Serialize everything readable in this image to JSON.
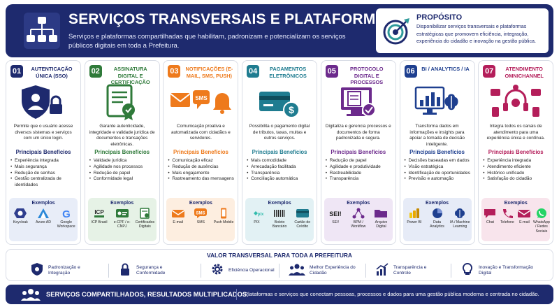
{
  "header": {
    "title": "SERVIÇOS TRANSVERSAIS E PLATAFORMAS",
    "subtitle": "Serviços e plataformas compartilhadas que habilitam, padronizam e potencializam os serviços públicos digitais em toda a Prefeitura.",
    "icon": "network-hierarchy-icon"
  },
  "purpose": {
    "title": "PROPÓSITO",
    "text": "Disponibilizar serviços transversais e plataformas estratégicas que promovem eficiência, integração, experiência do cidadão e inovação na gestão pública.",
    "icon": "target-icon"
  },
  "benefits_heading": "Principais Benefícios",
  "examples_heading": "Exemplos",
  "cards": [
    {
      "num": "01",
      "color": "#1e2a6e",
      "exbg": "#e8edf8",
      "title": "AUTENTICAÇÃO ÚNICA (SSO)",
      "icon": "shield-user-lock-icon",
      "desc": "Permite que o usuário acesse diversos sistemas e serviços com um único login.",
      "benefits": [
        "Experiência integrada",
        "Mais segurança",
        "Redução de senhas",
        "Gestão centralizada de identidades"
      ],
      "examples": [
        {
          "label": "Keycloak",
          "icon": "keycloak-icon"
        },
        {
          "label": "Azure AD",
          "icon": "azure-icon"
        },
        {
          "label": "Google Workspace",
          "icon": "google-icon"
        }
      ]
    },
    {
      "num": "02",
      "color": "#2f7a3a",
      "exbg": "#e6f2e6",
      "title": "ASSINATURA DIGITAL E CERTIFICAÇÃO",
      "icon": "signed-certificate-icon",
      "desc": "Garante autenticidade, integridade e validade jurídica de documentos e transações eletrônicas.",
      "benefits": [
        "Validade jurídica",
        "Agilidade nos processos",
        "Redução de papel",
        "Conformidade legal"
      ],
      "examples": [
        {
          "label": "ICP Brasil",
          "icon": "icp-brasil-icon"
        },
        {
          "label": "e-CPF / e-CNPJ",
          "icon": "id-card-icon"
        },
        {
          "label": "Certificados Digitais",
          "icon": "certificate-doc-icon"
        }
      ]
    },
    {
      "num": "03",
      "color": "#ee7a1c",
      "exbg": "#fdeee0",
      "title": "NOTIFICAÇÕES (E-MAIL, SMS, PUSH)",
      "icon": "email-sms-bell-icon",
      "desc": "Comunicação proativa e automatizada com cidadãos e servidores.",
      "benefits": [
        "Comunicação eficaz",
        "Redução de ausências",
        "Mais engajamento",
        "Rastreamento das mensagens"
      ],
      "examples": [
        {
          "label": "E-mail",
          "icon": "email-icon"
        },
        {
          "label": "SMS",
          "icon": "sms-icon"
        },
        {
          "label": "Push Mobile",
          "icon": "mobile-icon"
        }
      ]
    },
    {
      "num": "04",
      "color": "#1f7c90",
      "exbg": "#e2f1f4",
      "title": "PAGAMENTOS ELETRÔNICOS",
      "icon": "card-dollar-icon",
      "desc": "Possibilita o pagamento digital de tributos, taxas, multas e outros serviços.",
      "benefits": [
        "Mais comodidade",
        "Arrecadação facilitada",
        "Transparência",
        "Conciliação automática"
      ],
      "examples": [
        {
          "label": "PIX",
          "icon": "pix-icon"
        },
        {
          "label": "Boleto Bancário",
          "icon": "barcode-icon"
        },
        {
          "label": "Cartão de Crédito",
          "icon": "credit-card-icon"
        }
      ]
    },
    {
      "num": "05",
      "color": "#6c2a8c",
      "exbg": "#efe6f5",
      "title": "PROTOCOLO DIGITAL E PROCESSOS",
      "icon": "document-monitor-check-icon",
      "desc": "Digitaliza e gerencia processos e documentos de forma padronizada e segura.",
      "benefits": [
        "Redução de papel",
        "Agilidade e produtividade",
        "Rastreabilidade",
        "Transparência"
      ],
      "examples": [
        {
          "label": "SEI!",
          "icon": "sei-icon"
        },
        {
          "label": "BPM / Workflow",
          "icon": "workflow-icon"
        },
        {
          "label": "Arquivo Digital",
          "icon": "folder-icon"
        }
      ]
    },
    {
      "num": "06",
      "color": "#1e3f8f",
      "exbg": "#e6ebf7",
      "title": "BI / ANALYTICS / IA",
      "icon": "analytics-brain-icon",
      "desc": "Transforma dados em informações e insights para apoiar a tomada de decisão inteligente.",
      "benefits": [
        "Decisões baseadas em dados",
        "Visão estratégica",
        "Identificação de oportunidades",
        "Previsão e automação"
      ],
      "examples": [
        {
          "label": "Power BI",
          "icon": "powerbi-icon"
        },
        {
          "label": "Data Analytics",
          "icon": "pie-chart-icon"
        },
        {
          "label": "IA / Machine Learning",
          "icon": "brain-icon"
        }
      ]
    },
    {
      "num": "07",
      "color": "#b41e5a",
      "exbg": "#f8e4ec",
      "title": "ATENDIMENTO OMNICHANNEL",
      "icon": "headset-channels-icon",
      "desc": "Integra todos os canais de atendimento para uma experiência única e contínua.",
      "benefits": [
        "Experiência integrada",
        "Atendimento eficiente",
        "Histórico unificado",
        "Satisfação do cidadão"
      ],
      "examples": [
        {
          "label": "Chat",
          "icon": "chat-icon"
        },
        {
          "label": "Telefone",
          "icon": "phone-icon"
        },
        {
          "label": "E-mail",
          "icon": "email-icon"
        },
        {
          "label": "WhatsApp / Redes Sociais",
          "icon": "whatsapp-icon"
        }
      ]
    }
  ],
  "value": {
    "title": "VALOR TRANSVERSAL PARA TODA A PREFEITURA",
    "items": [
      {
        "label": "Padronização e Integração",
        "icon": "shield-gear-icon"
      },
      {
        "label": "Segurança e Conformidade",
        "icon": "padlock-icon"
      },
      {
        "label": "Eficiência Operacional",
        "icon": "gear-icon"
      },
      {
        "label": "Melhor Experiência do Cidadão",
        "icon": "people-icon"
      },
      {
        "label": "Transparência e Controle",
        "icon": "growth-chart-icon"
      },
      {
        "label": "Inovação e Transformação Digital",
        "icon": "lightbulb-icon"
      }
    ]
  },
  "footer": {
    "title": "SERVIÇOS COMPARTILHADOS, RESULTADOS MULTIPLICADOS.",
    "text": "Plataformas e serviços que conectam pessoas, processos e dados para uma gestão pública moderna e centrada no cidadão.",
    "icon": "users-group-icon"
  }
}
